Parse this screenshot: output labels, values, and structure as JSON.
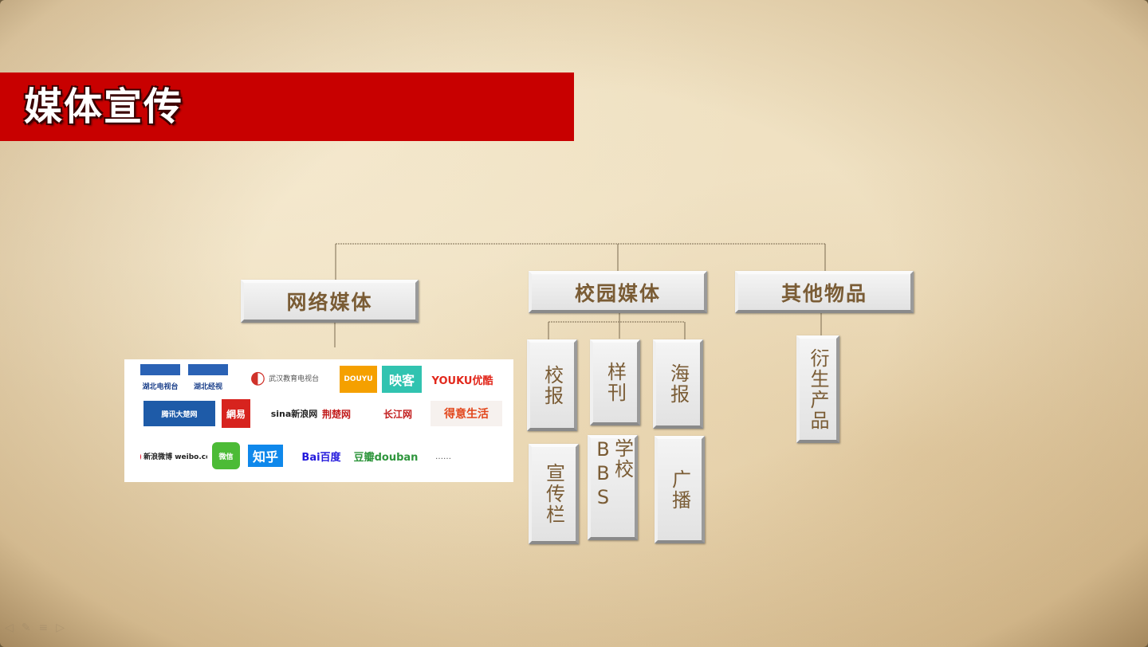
{
  "title": "媒体宣传",
  "diagram": {
    "categories": [
      {
        "label": "网络媒体"
      },
      {
        "label": "校园媒体",
        "children": [
          "校报",
          "样刊",
          "海报",
          "宣传栏",
          "学校BBS",
          "广播"
        ]
      },
      {
        "label": "其他物品",
        "children": [
          "衍生产品"
        ]
      }
    ]
  },
  "logos": [
    "湖北电视台",
    "湖北经视",
    "武汉教育电视台",
    "DOUYU",
    "映客",
    "YOUKU优酷",
    "腾讯大楚网",
    "網易",
    "sina新浪网",
    "荆楚网",
    "长江网",
    "得意生活",
    "新浪微博 weibo.com",
    "微信",
    "知乎",
    "Bai百度",
    "豆瓣douban",
    "……"
  ],
  "colors": {
    "title_bar": "#c80000",
    "box_text": "#7a5c35",
    "parchment": "#efe0c0"
  }
}
